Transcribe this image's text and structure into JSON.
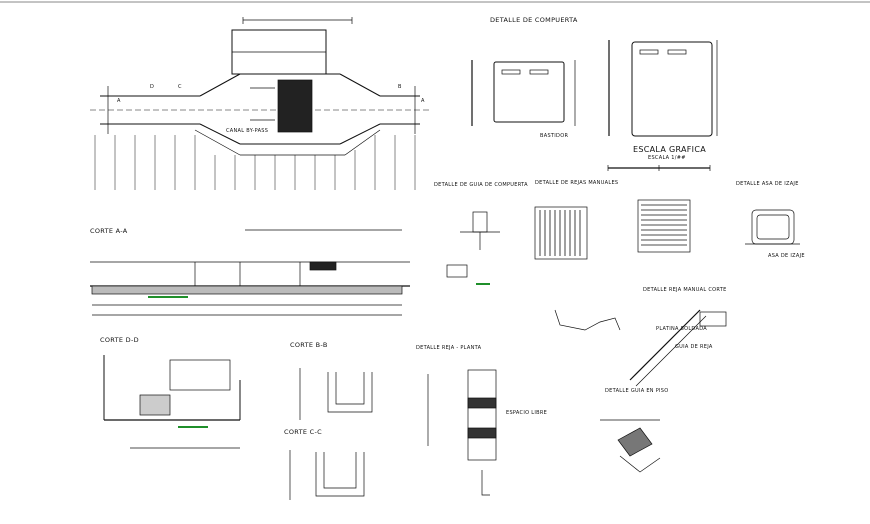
{
  "drawing": {
    "titles": {
      "detalle_compuerta": "DETALLE DE COMPUERTA",
      "escala_grafica": "ESCALA GRAFICA",
      "escala_grafica_sub": "ESCALA 1/##",
      "corte_aa": "CORTE A-A",
      "corte_dd": "CORTE D-D",
      "corte_bb": "CORTE B-B",
      "corte_cc": "CORTE C-C",
      "detalle_guia_compuerta": "DETALLE DE GUIA DE COMPUERTA",
      "detalle_rejas_manuales": "DETALLE DE REJAS MANUALES",
      "detalle_asa_izaje": "DETALLE ASA DE IZAJE",
      "detalle_reja_manual_corte": "DETALLE REJA MANUAL CORTE",
      "detalle_reja_planta": "DETALLE REJA - PLANTA",
      "detalle_guia_piso": "DETALLE GUIA EN PISO"
    },
    "section_marks": {
      "a": "A",
      "b": "B",
      "c": "C",
      "d": "D"
    },
    "notes": {
      "canal_by_pass": "CANAL BY-PASS",
      "bastidor": "BASTIDOR",
      "asa_izaje": "ASA DE IZAJE",
      "guia_reja": "GUIA DE REJA",
      "espacio_libre": "ESPACIO LIBRE",
      "platina_sold": "PLATINA SOLDADA"
    },
    "colors": {
      "ink": "#111111",
      "annotation_green": "#1f8f2a",
      "background": "#ffffff"
    }
  }
}
